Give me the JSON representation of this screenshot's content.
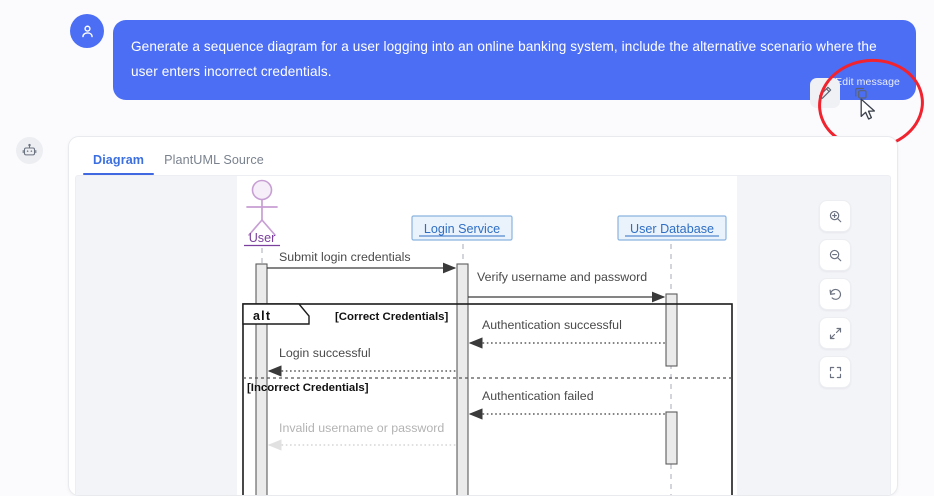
{
  "message": {
    "author_icon": "user-avatar-icon",
    "text": "Generate a sequence diagram for a user logging into an online banking system, include the alternative scenario where the user enters incorrect credentials.",
    "edit_tooltip": "Edit message",
    "actions": [
      {
        "name": "edit-message-button",
        "icon": "pencil-icon"
      },
      {
        "name": "copy-message-button",
        "icon": "copy-icon"
      }
    ],
    "bubble_color": "#4c6ef5"
  },
  "assistant": {
    "avatar_icon": "robot-icon"
  },
  "card": {
    "tabs": [
      {
        "label": "Diagram",
        "active": true
      },
      {
        "label": "PlantUML Source",
        "active": false
      }
    ],
    "toolbar": [
      {
        "name": "zoom-in-button",
        "icon": "zoom-in-icon"
      },
      {
        "name": "zoom-out-button",
        "icon": "zoom-out-icon"
      },
      {
        "name": "reset-view-button",
        "icon": "reset-rotate-icon"
      },
      {
        "name": "fit-to-screen-button",
        "icon": "expand-arrows-icon"
      },
      {
        "name": "fullscreen-button",
        "icon": "fullscreen-corners-icon"
      }
    ]
  },
  "diagram": {
    "type": "uml-sequence-diagram",
    "actor": {
      "label": "User",
      "color": "#d9b3e0"
    },
    "participants": [
      {
        "label": "Login Service",
        "color": "#3d7fd1"
      },
      {
        "label": "User Database",
        "color": "#3d7fd1"
      }
    ],
    "messages": [
      {
        "from": "User",
        "to": "Login Service",
        "label": "Submit login credentials",
        "style": "solid"
      },
      {
        "from": "Login Service",
        "to": "User Database",
        "label": "Verify username and password",
        "style": "solid"
      },
      {
        "from": "User Database",
        "to": "Login Service",
        "label": "Authentication successful",
        "style": "dotted"
      },
      {
        "from": "Login Service",
        "to": "User",
        "label": "Login successful",
        "style": "dotted"
      },
      {
        "from": "User Database",
        "to": "Login Service",
        "label": "Authentication failed",
        "style": "dotted"
      },
      {
        "from": "Login Service",
        "to": "User",
        "label": "Invalid username or password",
        "style": "dotted"
      }
    ],
    "fragment": {
      "keyword": "alt",
      "branches": [
        {
          "guard": "[Correct Credentials]"
        },
        {
          "guard": "[Incorrect Credentials]"
        }
      ]
    }
  }
}
